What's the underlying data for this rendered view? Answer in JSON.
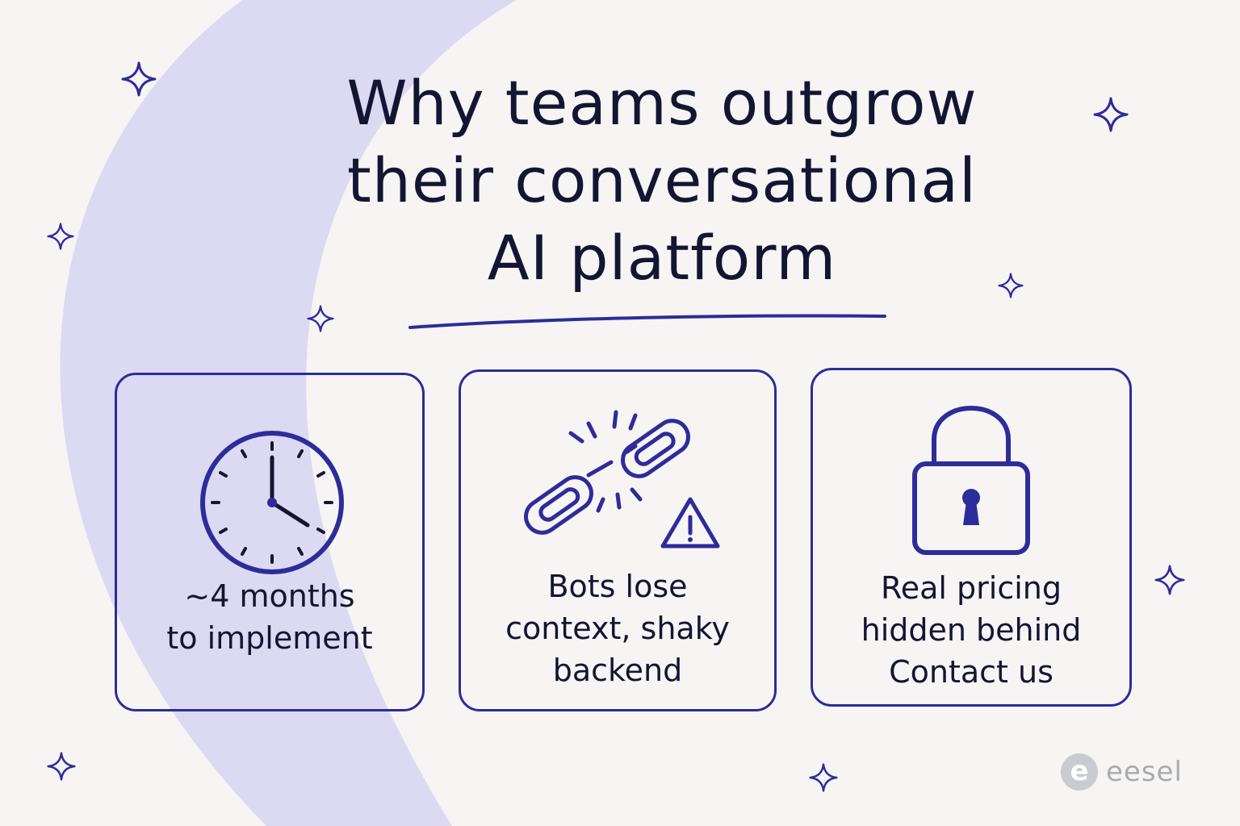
{
  "title": {
    "lines": [
      "Why teams outgrow",
      "their conversational",
      "AI platform"
    ]
  },
  "cards": [
    {
      "icon": "clock-icon",
      "lines": [
        "~4 months",
        "to implement"
      ]
    },
    {
      "icon": "broken-link-warning-icon",
      "lines": [
        "Bots lose",
        "context, shaky",
        "backend"
      ]
    },
    {
      "icon": "padlock-icon",
      "lines": [
        "Real pricing",
        "hidden behind",
        "Contact us"
      ]
    }
  ],
  "brand": {
    "mark": "e",
    "name": "eesel"
  },
  "colors": {
    "background": "#f6f5f3",
    "accent": "#2e2b9a",
    "arc": "#dcd9f3",
    "text": "#141533"
  }
}
